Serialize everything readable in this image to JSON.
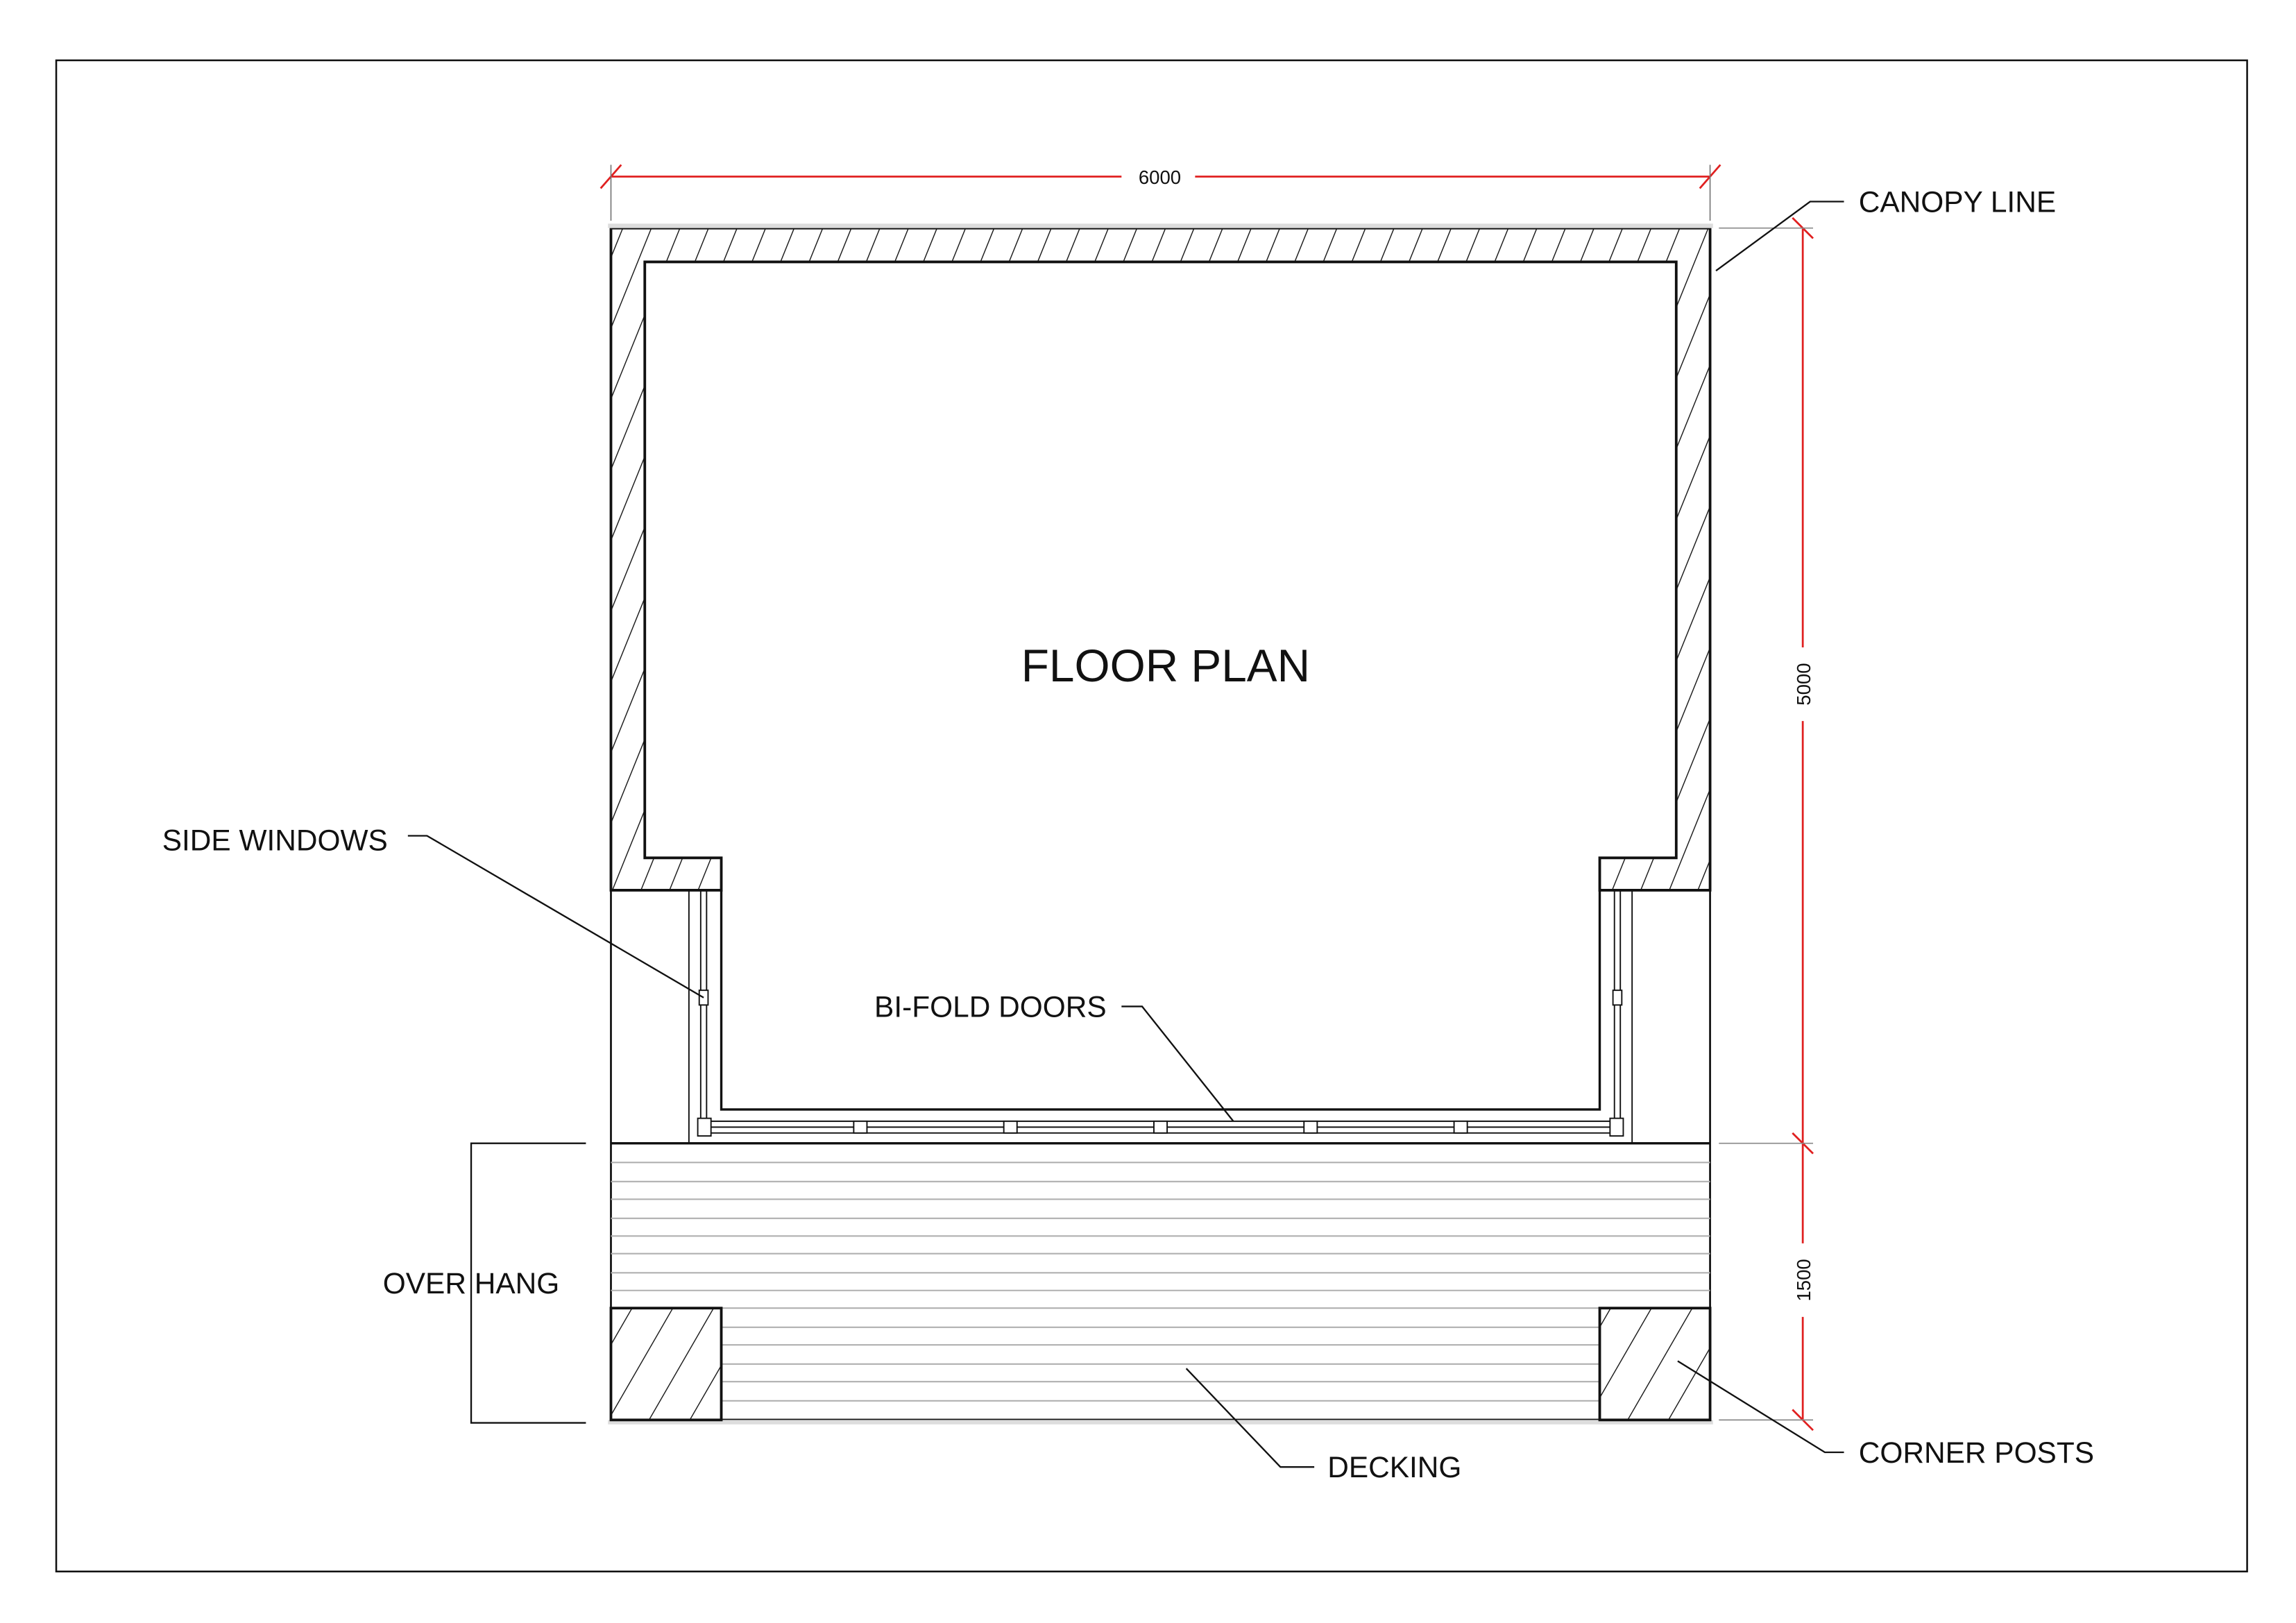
{
  "title": "FLOOR PLAN",
  "dimensions": {
    "width": "6000",
    "depth": "5000",
    "overhang": "1500"
  },
  "labels": {
    "canopy_line": "CANOPY LINE",
    "side_windows": "SIDE WINDOWS",
    "bifold_doors": "BI-FOLD DOORS",
    "over_hang": "OVER HANG",
    "decking": "DECKING",
    "corner_posts": "CORNER POSTS"
  },
  "colors": {
    "dimension_line": "#e02020",
    "line": "#111111",
    "decking_line": "#b0b0b0"
  }
}
